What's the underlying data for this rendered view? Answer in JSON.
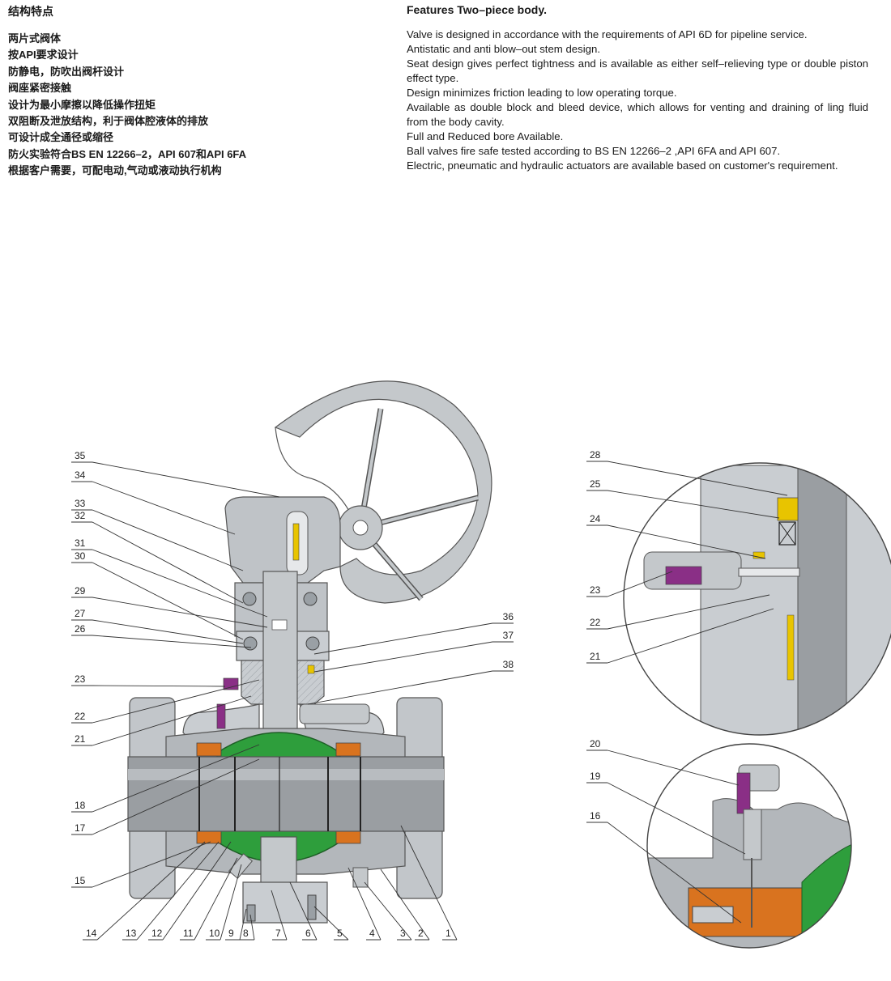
{
  "cn_section": {
    "heading": "结构特点",
    "items": [
      "两片式阀体",
      "按API要求设计",
      "防静电，防吹出阀杆设计",
      "阀座紧密接触",
      "设计为最小摩擦以降低操作扭矩",
      "双阻断及泄放结构，利于阀体腔液体的排放",
      "可设计成全通径或缩径",
      "防火实验符合BS EN 12266–2，API 607和API 6FA",
      "根据客户需要，可配电动,气动或液动执行机构"
    ]
  },
  "en_section": {
    "heading": "Features Two–piece body.",
    "items": [
      "Valve is designed in accordance with the requirements of API 6D for pipeline service.",
      "Antistatic and anti blow–out stem design.",
      "Seat design gives perfect tightness and is available as either self–relieving type or double piston effect type.",
      "Design minimizes friction leading to low operating torque.",
      "Available as double block and bleed device, which allows for venting and draining of ling fluid from the body cavity.",
      "Full and Reduced bore Available.",
      "Ball valves fire safe tested according to BS EN 12266–2 ,API 6FA and API 607.",
      "Electric, pneumatic and hydraulic actuators are available based on customer's requirement."
    ]
  },
  "main_drawing": {
    "left_labels": [
      "35",
      "34",
      "33",
      "32",
      "31",
      "30",
      "29",
      "27",
      "26",
      "23",
      "22",
      "21",
      "18",
      "17",
      "15"
    ],
    "right_labels": [
      "36",
      "37",
      "38"
    ],
    "bottom_labels": [
      "14",
      "13",
      "12",
      "11",
      "10",
      "9",
      "8",
      "7",
      "6",
      "5",
      "4",
      "3",
      "2",
      "1"
    ]
  },
  "detail_top_labels": [
    "28",
    "25",
    "24",
    "23",
    "22",
    "21"
  ],
  "detail_bottom_labels": [
    "20",
    "19",
    "16"
  ],
  "colors": {
    "body_gray": "#b9bdc1",
    "dark_gray": "#8e9296",
    "ball_green": "#2e9e3c",
    "seat_orange": "#d9731f",
    "seal_purple": "#8a2f86",
    "seal_yellow": "#e8c400"
  }
}
